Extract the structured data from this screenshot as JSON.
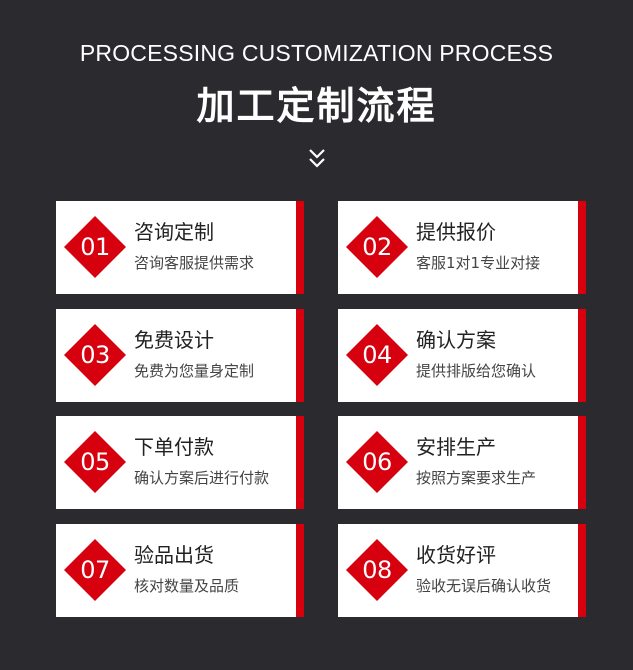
{
  "header": {
    "subtitle_en": "PROCESSING CUSTOMIZATION PROCESS",
    "title_cn": "加工定制流程"
  },
  "colors": {
    "background": "#2b2a2f",
    "accent": "#d7000f",
    "card": "#ffffff"
  },
  "steps": [
    {
      "num": "01",
      "title": "咨询定制",
      "desc": "咨询客服提供需求"
    },
    {
      "num": "02",
      "title": "提供报价",
      "desc": "客服1对1专业对接"
    },
    {
      "num": "03",
      "title": "免费设计",
      "desc": "免费为您量身定制"
    },
    {
      "num": "04",
      "title": "确认方案",
      "desc": "提供排版给您确认"
    },
    {
      "num": "05",
      "title": "下单付款",
      "desc": "确认方案后进行付款"
    },
    {
      "num": "06",
      "title": "安排生产",
      "desc": "按照方案要求生产"
    },
    {
      "num": "07",
      "title": "验品出货",
      "desc": "核对数量及品质"
    },
    {
      "num": "08",
      "title": "收货好评",
      "desc": "验收无误后确认收货"
    }
  ]
}
